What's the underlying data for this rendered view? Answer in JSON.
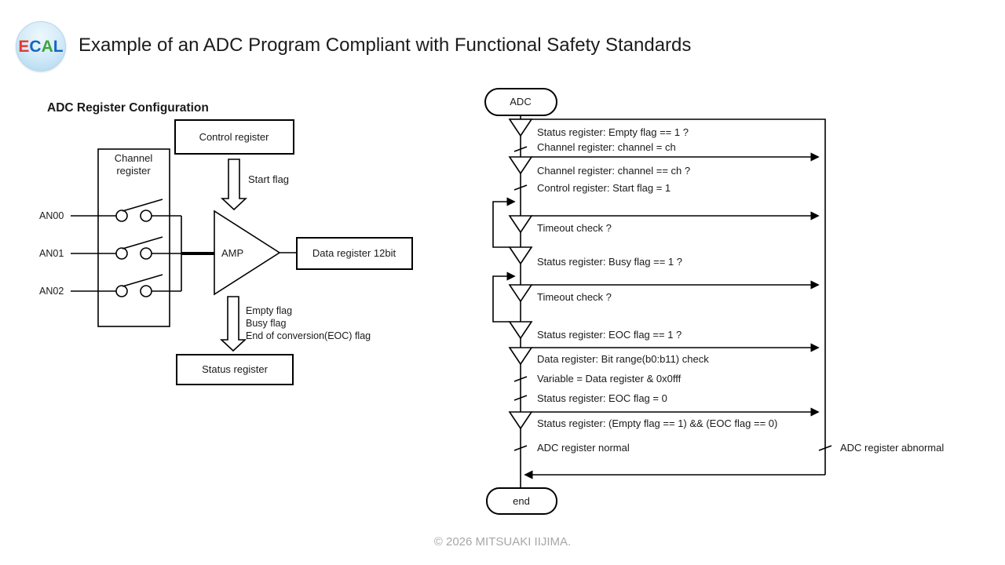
{
  "header": {
    "logo_letters": [
      "E",
      "C",
      "A",
      "L"
    ],
    "title": "Example of an ADC Program Compliant with Functional Safety Standards"
  },
  "left_diagram": {
    "heading": "ADC Register Configuration",
    "boxes": {
      "control": "Control register",
      "channel_line1": "Channel",
      "channel_line2": "register",
      "data": "Data register 12bit",
      "status": "Status register"
    },
    "start_flag_label": "Start flag",
    "amp_label": "AMP",
    "inputs": [
      "AN00",
      "AN01",
      "AN02"
    ],
    "flag_labels": [
      "Empty flag",
      "Busy flag",
      "End of conversion(EOC) flag"
    ]
  },
  "flowchart": {
    "start_label": "ADC",
    "end_label": "end",
    "steps": {
      "empty_check": "Status register: Empty flag == 1 ?",
      "set_channel": "Channel register: channel = ch",
      "channel_check": "Channel register: channel == ch ?",
      "set_start_flag": "Control register: Start flag = 1",
      "timeout_check_1": "Timeout check ?",
      "busy_check": "Status register: Busy flag == 1 ?",
      "timeout_check_2": "Timeout check ?",
      "eoc_check": "Status register: EOC flag == 1 ?",
      "bit_range_check": "Data register: Bit range(b0:b11) check",
      "read_data": "Variable = Data register & 0x0fff",
      "clear_eoc": "Status register: EOC flag = 0",
      "final_check": "Status register: (Empty flag == 1) && (EOC flag == 0)",
      "normal": "ADC register normal",
      "abnormal": "ADC register abnormal"
    }
  },
  "footer": {
    "copyright": "© 2026 MITSUAKI IIJIMA."
  },
  "colors": {
    "line": "#000000",
    "title_text": "#1b1b1b",
    "footer_text": "#a7a7a7",
    "logo_red": "#e23a2e",
    "logo_blue": "#1565c0",
    "logo_green": "#3ba63c",
    "logo_circle": "#cfe9f8"
  }
}
